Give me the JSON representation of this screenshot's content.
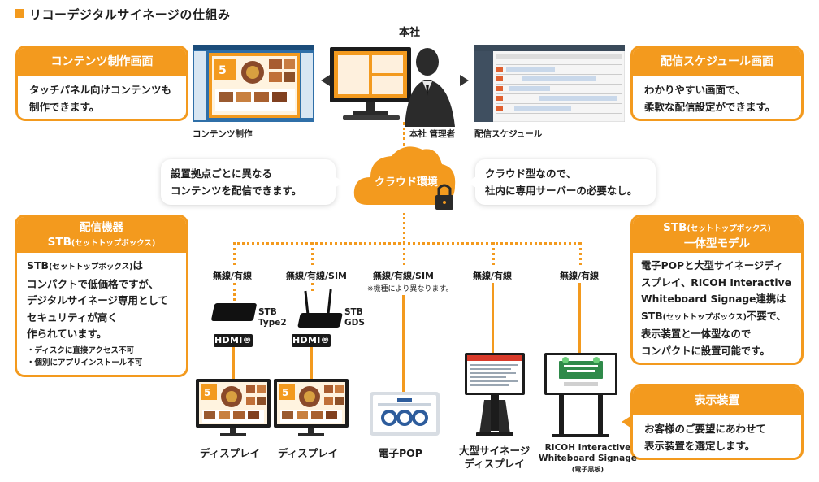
{
  "header": {
    "title": "リコーデジタルサイネージの仕組み"
  },
  "head_office": "本社",
  "admin_label": "本社 管理者",
  "contents": {
    "title": "コンテンツ制作画面",
    "body": [
      "タッチパネル向けコンテンツも",
      "制作できます。"
    ],
    "screen_caption": "コンテンツ制作"
  },
  "schedule": {
    "title": "配信スケジュール画面",
    "body": [
      "わかりやすい画面で、",
      "柔軟な配信設定ができます。"
    ],
    "screen_caption": "配信スケジュール"
  },
  "cloud": {
    "label": "クラウド環境",
    "left_note": [
      "設置拠点ごとに異なる",
      "コンテンツを配信できます。"
    ],
    "right_note": [
      "クラウド型なので、",
      "社内に専用サーバーの必要なし。"
    ]
  },
  "stb_box": {
    "title1": "配信機器",
    "title2": "STB",
    "title2_small": "(セットトップボックス)",
    "body_l1_a": "STB",
    "body_l1_small": "(セットトップボックス)",
    "body_l1_b": "は",
    "body": [
      "コンパクトで低価格ですが、",
      "デジタルサイネージ専用として",
      "セキュリティが高く",
      "作られています。"
    ],
    "notes": [
      "・ディスクに直接アクセス不可",
      "・個別にアプリインストール不可"
    ]
  },
  "integrated_box": {
    "title1_a": "STB",
    "title1_small": "(セットトップボックス)",
    "title2": "一体型モデル",
    "body": [
      "電子POPと大型サイネージディ",
      "スプレイ、RICOH Interactive",
      "Whiteboard Signage連携は"
    ],
    "body_l4_a": "STB",
    "body_l4_small": "(セットトップボックス)",
    "body_l4_b": "不要で、",
    "body_tail": [
      "表示装置と一体型なので",
      "コンパクトに設置可能です。"
    ]
  },
  "display_box": {
    "title": "表示装置",
    "body": [
      "お客様のご要望にあわせて",
      "表示装置を選定します。"
    ]
  },
  "devices": [
    {
      "conn": "無線/有線",
      "stb": [
        "STB",
        "Type2"
      ],
      "hdmi": "HDMI®",
      "name": [
        "ディスプレイ"
      ]
    },
    {
      "conn": "無線/有線/SIM",
      "stb": [
        "STB",
        "GDS"
      ],
      "hdmi": "HDMI®",
      "name": [
        "ディスプレイ"
      ]
    },
    {
      "conn": "無線/有線/SIM",
      "note": "※機種により異なります。",
      "name": [
        "電子POP"
      ]
    },
    {
      "conn": "無線/有線",
      "name": [
        "大型サイネージ",
        "ディスプレイ"
      ]
    },
    {
      "conn": "無線/有線",
      "name": [
        "RICOH Interactive",
        "Whiteboard Signage"
      ],
      "name_small": "(電子黒板)"
    }
  ],
  "colors": {
    "accent": "#f39a1e",
    "text": "#1e1e1e",
    "white": "#ffffff"
  }
}
